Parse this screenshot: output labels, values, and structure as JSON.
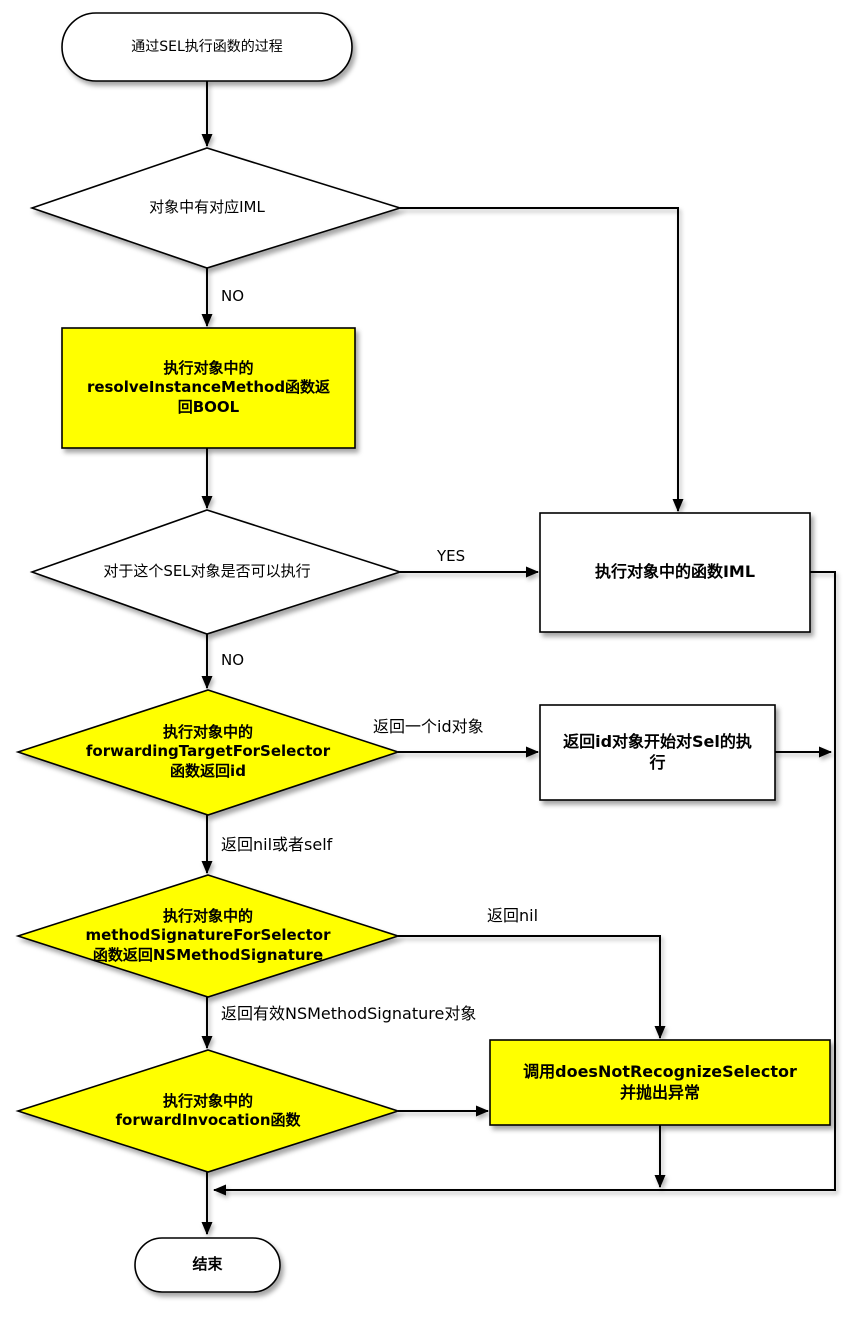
{
  "colors": {
    "highlight": "#ffff00",
    "node_fill": "#ffffff",
    "line": "#000000"
  },
  "nodes": {
    "start": {
      "label": "通过SEL执行函数的过程",
      "type": "terminator"
    },
    "has_iml": {
      "label": "对象中有对应IML",
      "type": "decision"
    },
    "resolve_instance_method": {
      "label": "执行对象中的\nresolveInstanceMethod函数返\n回BOOL",
      "type": "process"
    },
    "can_exec": {
      "label": "对于这个SEL对象是否可以执行",
      "type": "decision"
    },
    "exec_iml": {
      "label": "执行对象中的函数IML",
      "type": "process"
    },
    "forwarding_target": {
      "label": "执行对象中的\nforwardingTargetForSelector\n函数返回id",
      "type": "decision"
    },
    "return_id": {
      "label": "返回id对象开始对Sel的执\n行",
      "type": "process"
    },
    "method_signature": {
      "label": "执行对象中的\nmethodSignatureForSelector\n函数返回NSMethodSignature",
      "type": "decision"
    },
    "does_not_recognize": {
      "label": "调用doesNotRecognizeSelector\n并抛出异常",
      "type": "process"
    },
    "forward_invocation": {
      "label": "执行对象中的\nforwardInvocation函数",
      "type": "decision"
    },
    "end": {
      "label": "结束",
      "type": "terminator"
    }
  },
  "edge_labels": {
    "no_has_iml": "NO",
    "yes_can_exec": "YES",
    "no_can_exec": "NO",
    "returns_id_object": "返回一个id对象",
    "returns_nil_or_self": "返回nil或者self",
    "returns_nil": "返回nil",
    "returns_valid_signature": "返回有效NSMethodSignature对象"
  }
}
